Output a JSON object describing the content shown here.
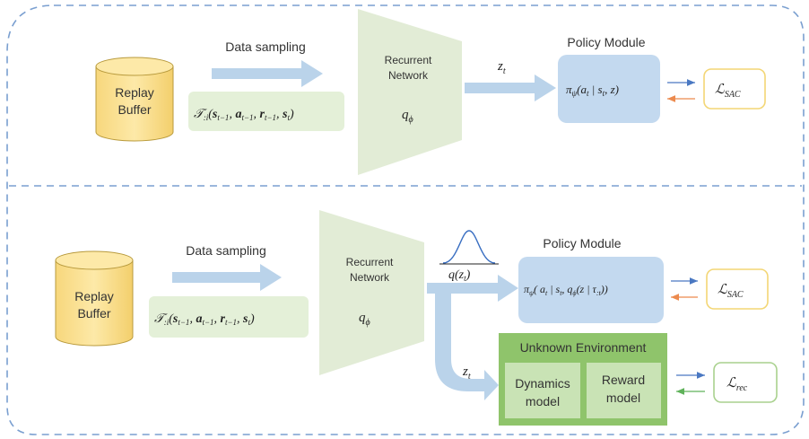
{
  "top": {
    "sampling_label": "Data sampling",
    "buffer_line1": "Replay",
    "buffer_line2": "Buffer",
    "trajectory": {
      "T": "𝒯",
      "sub": ":i",
      "open": "(",
      "s_prev": "s",
      "s_prev_sub": "t−1",
      "a_prev": "a",
      "a_prev_sub": "t−1",
      "r_prev": "r",
      "r_prev_sub": "t−1",
      "s_cur": "s",
      "s_cur_sub": "t",
      "close": ")"
    },
    "network_line1": "Recurrent",
    "network_line2": "Network",
    "q": "q",
    "q_sub": "ϕ",
    "z": "z",
    "z_sub": "t",
    "policy_title": "Policy Module",
    "policy_pi": "π",
    "policy_pi_sub": "ψ",
    "policy_args": "(a",
    "policy_args_sub1": "t",
    "policy_args2": " | s",
    "policy_args_sub2": "t",
    "policy_args3": ", z)",
    "loss": "ℒ",
    "loss_sub": "SAC"
  },
  "bottom": {
    "sampling_label": "Data sampling",
    "buffer_line1": "Replay",
    "buffer_line2": "Buffer",
    "network_line1": "Recurrent",
    "network_line2": "Network",
    "q": "q",
    "q_sub": "ϕ",
    "qz": "q(z",
    "qz_sub": "t",
    "qz_close": ")",
    "policy_title": "Policy Module",
    "policy_pi": "π",
    "policy_pi_sub": "ψ",
    "policy_args": "( a",
    "policy_args_sub1": "t",
    "policy_args2": " | s",
    "policy_args_sub2": "t",
    "policy_args3": ", q",
    "policy_args_sub3": "ϕ",
    "policy_args4": "(z | τ",
    "policy_args_sub4": ":t",
    "policy_args5": "))",
    "z": "z",
    "z_sub": "t",
    "env_title": "Unknown Environment",
    "dyn_line1": "Dynamics",
    "dyn_line2": "model",
    "rew_line1": "Reward",
    "rew_line2": "model",
    "loss_sac": "ℒ",
    "loss_sac_sub": "SAC",
    "loss_rec": "ℒ",
    "loss_rec_sub": "rec"
  },
  "colors": {
    "dashed_border": "#7a9fd0",
    "buffer_fill": "#fbe29a",
    "buffer_stroke": "#b89a3c",
    "traj_fill": "#e4f0d8",
    "network_fill": "#e2ecd6",
    "big_arrow": "#bad3ea",
    "policy_fill": "#c3d9ef",
    "loss_sac_border": "#f3d675",
    "loss_rec_border": "#a9d18e",
    "env_fill": "#8fc46b",
    "env_inner": "#c9e3b5",
    "blue_line": "#4a78c2",
    "orange_line": "#ec8a4e",
    "green_line": "#5fb25a"
  }
}
